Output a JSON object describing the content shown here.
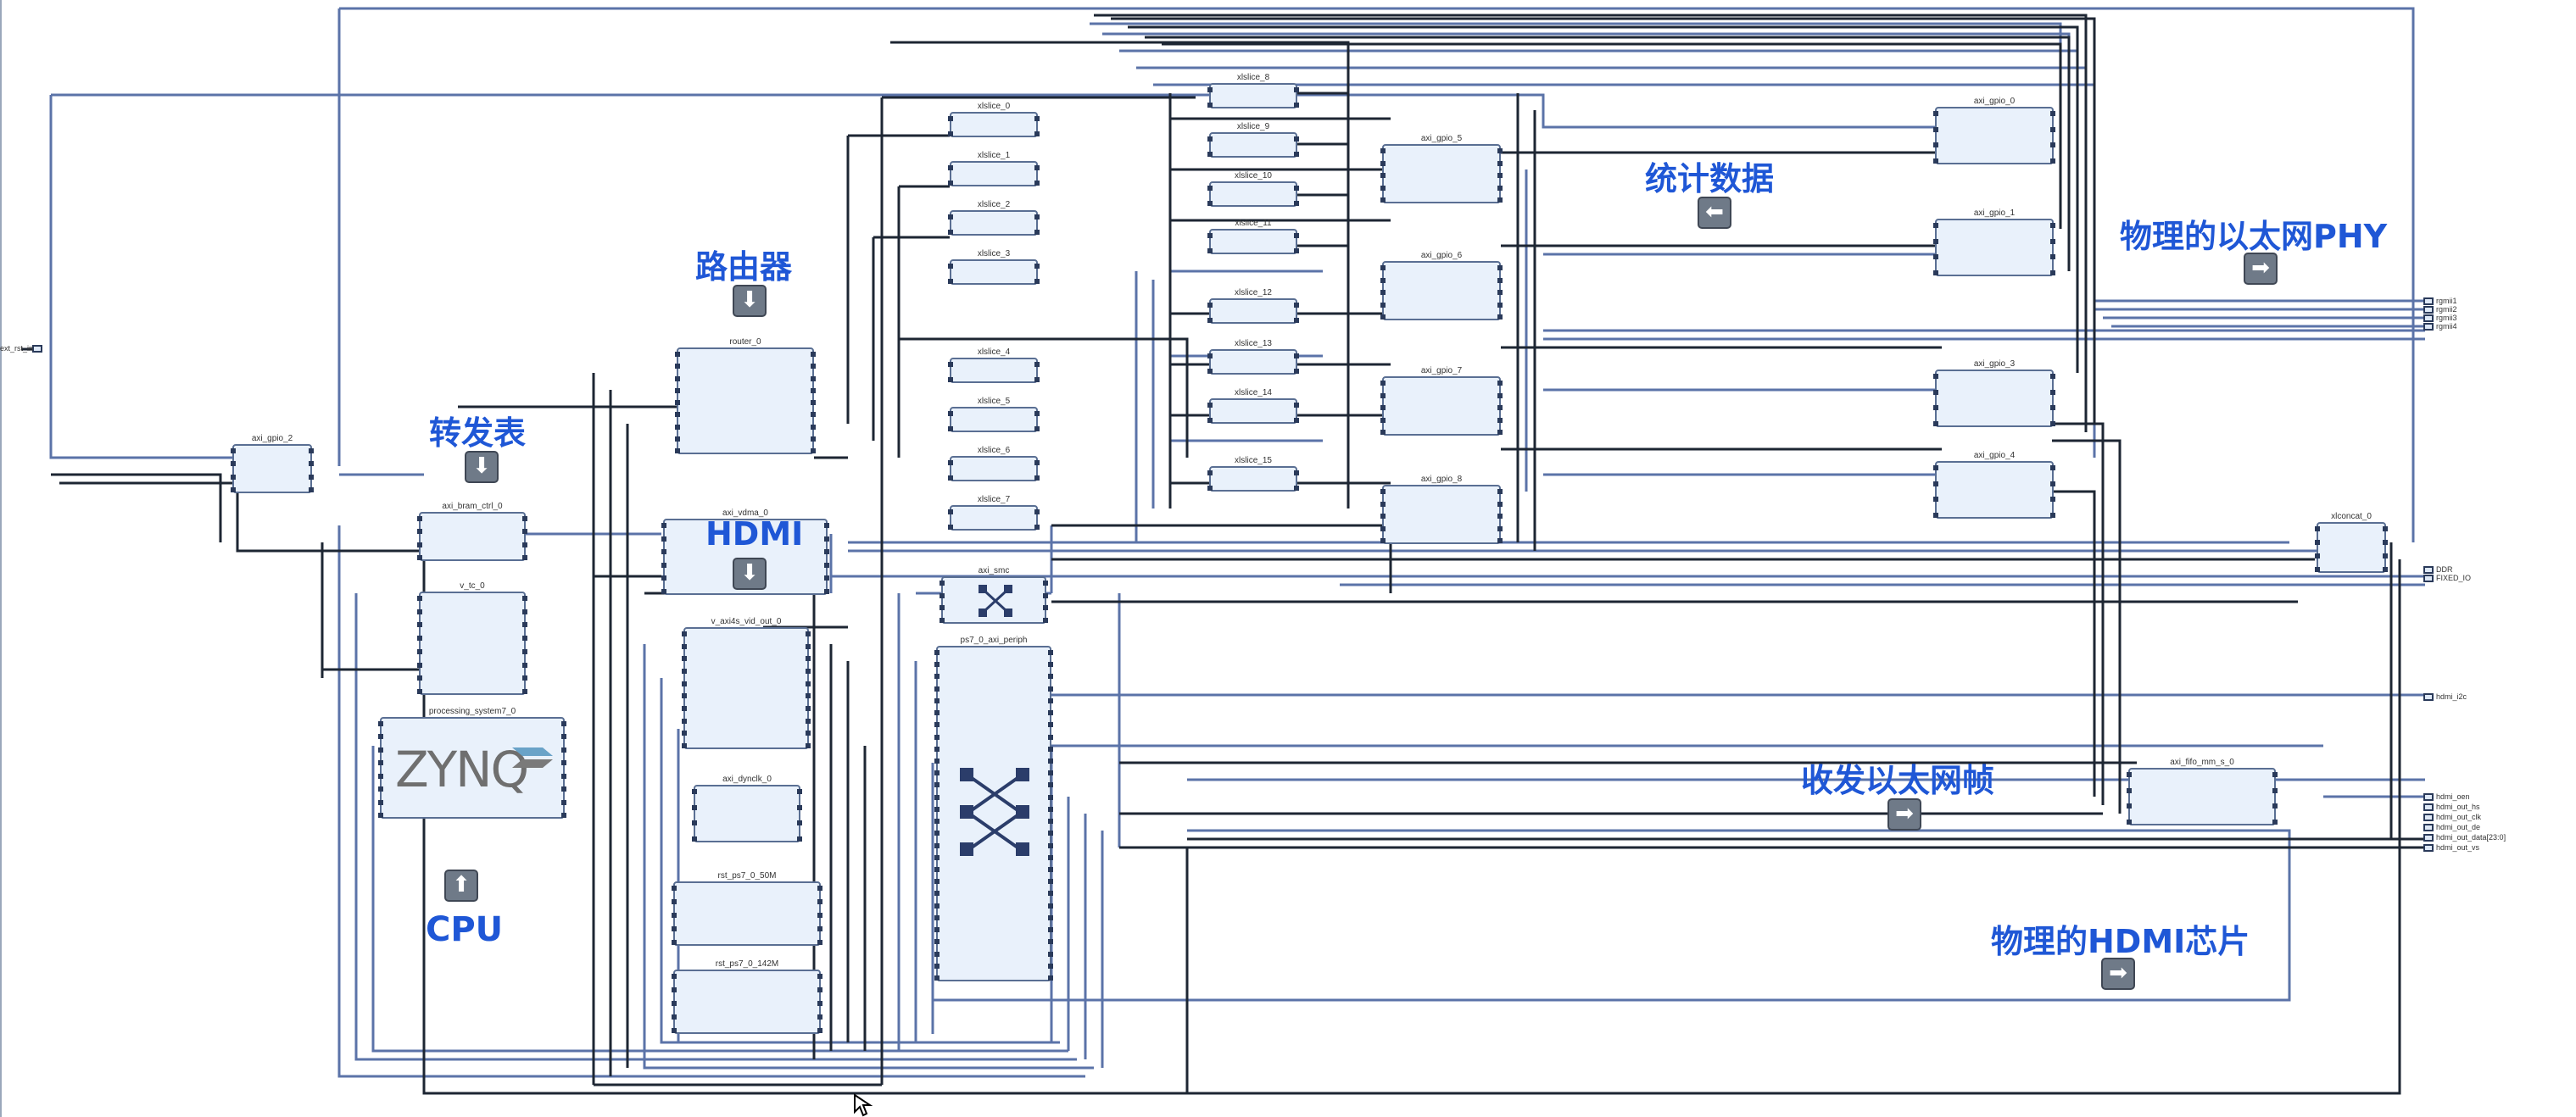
{
  "annotations": {
    "router": "路由器",
    "forwarding_table": "转发表",
    "hdmi": "HDMI",
    "cpu": "CPU",
    "stats": "统计数据",
    "phy": "物理的以太网PHY",
    "txrx": "收发以太网帧",
    "hdmi_chip": "物理的HDMI芯片"
  },
  "icons": {
    "down": "arrow-down-icon",
    "up": "arrow-up-icon",
    "left": "arrow-left-icon",
    "right": "arrow-right-icon"
  },
  "zynq_logo": "ZYNQ",
  "blocks": {
    "xlslice_0": "xlslice_0",
    "xlslice_1": "xlslice_1",
    "xlslice_2": "xlslice_2",
    "xlslice_3": "xlslice_3",
    "xlslice_4": "xlslice_4",
    "xlslice_5": "xlslice_5",
    "xlslice_6": "xlslice_6",
    "xlslice_7": "xlslice_7",
    "xlslice_8": "xlslice_8",
    "xlslice_9": "xlslice_9",
    "xlslice_10": "xlslice_10",
    "xlslice_11": "xlslice_11",
    "xlslice_12": "xlslice_12",
    "xlslice_13": "xlslice_13",
    "xlslice_14": "xlslice_14",
    "xlslice_15": "xlslice_15",
    "axi_gpio_0": "axi_gpio_0",
    "axi_gpio_1": "axi_gpio_1",
    "axi_gpio_2": "axi_gpio_2",
    "axi_gpio_3": "axi_gpio_3",
    "axi_gpio_4": "axi_gpio_4",
    "axi_gpio_5": "axi_gpio_5",
    "axi_gpio_6": "axi_gpio_6",
    "axi_gpio_7": "axi_gpio_7",
    "axi_gpio_8": "axi_gpio_8",
    "router_0": "router_0",
    "axi_bram_ctrl_0": "axi_bram_ctrl_0",
    "axi_vdma_0": "axi_vdma_0",
    "v_tc_0": "v_tc_0",
    "v_axi4s_vid_out_0": "v_axi4s_vid_out_0",
    "axi_dynclk_0": "axi_dynclk_0",
    "processing_system7_0": "processing_system7_0",
    "rst_ps7_0_50M": "rst_ps7_0_50M",
    "rst_ps7_0_142M": "rst_ps7_0_142M",
    "axi_smc": "axi_smc",
    "ps7_0_axi_periph": "ps7_0_axi_periph",
    "axi_fifo_mm_s_0": "axi_fifo_mm_s_0",
    "xlconcat_0": "xlconcat_0"
  },
  "external_ports": {
    "ext_rst": "ext_rst_in",
    "rgmii1": "rgmii1",
    "rgmii2": "rgmii2",
    "rgmii3": "rgmii3",
    "rgmii4": "rgmii4",
    "ddr": "DDR",
    "fixed_io": "FIXED_IO",
    "hdmi_i2c": "hdmi_i2c",
    "hdmi_oen": "hdmi_oen",
    "hdmi_out_hs": "hdmi_out_hs",
    "hdmi_out_clk": "hdmi_out_clk",
    "hdmi_out_de": "hdmi_out_de",
    "hdmi_out_data": "hdmi_out_data[23:0]",
    "hdmi_out_vs": "hdmi_out_vs"
  },
  "colors": {
    "wire_dark": "#1d2633",
    "wire_blue": "#5b73a8",
    "block_fill": "#e9f1fb",
    "block_border": "#5a6f93",
    "annotation": "#1f57d6"
  }
}
